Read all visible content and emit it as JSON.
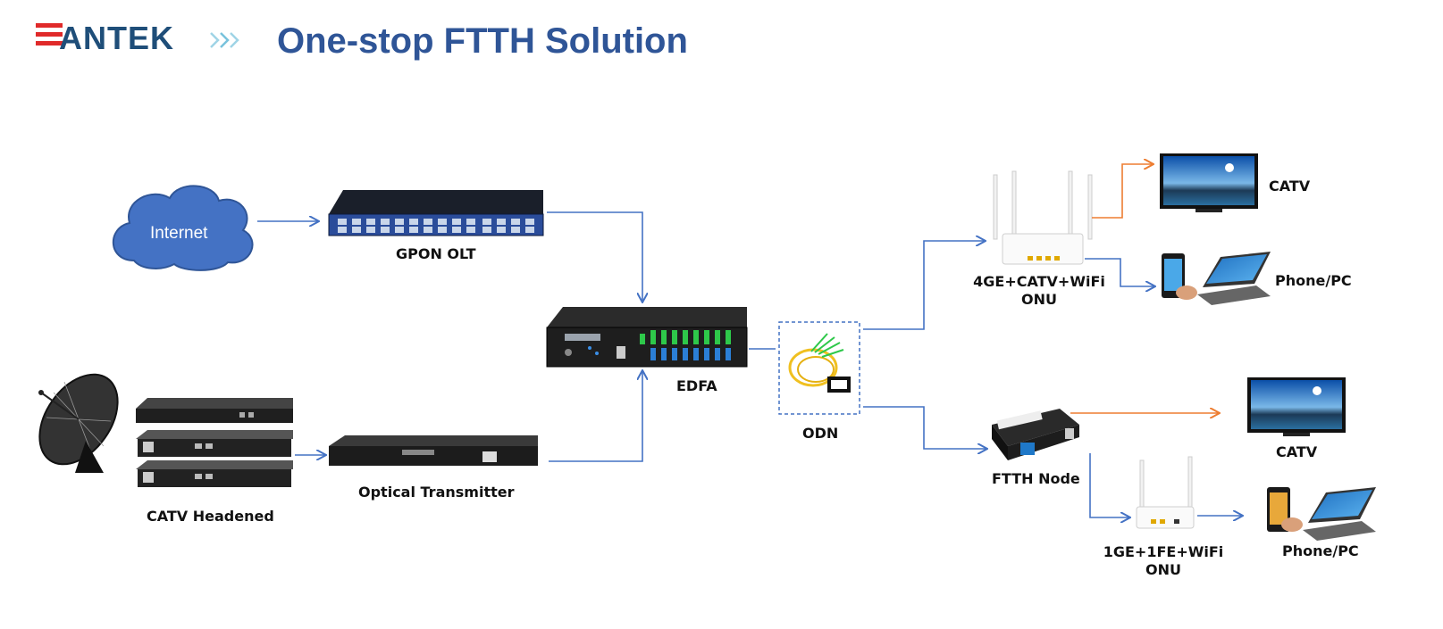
{
  "header": {
    "logo_text": "ANTEK",
    "title": "One-stop FTTH Solution"
  },
  "colors": {
    "title_blue": "#2f5597",
    "arrow_blue": "#4472c4",
    "arrow_orange": "#ed7d31",
    "logo_red": "#e02a2a",
    "cloud_blue": "#4472c4"
  },
  "nodes": {
    "internet": "Internet",
    "gpon_olt": "GPON OLT",
    "edfa": "EDFA",
    "odn": "ODN",
    "catv_headend": "CATV Headened",
    "optical_tx": "Optical Transmitter",
    "onu_4ge_line1": "4GE+CATV+WiFi",
    "onu_4ge_line2": "ONU",
    "ftth_node": "FTTH Node",
    "onu_1ge_line1": "1GE+1FE+WiFi",
    "onu_1ge_line2": "ONU",
    "catv_top": "CATV",
    "phonepc_top": "Phone/PC",
    "catv_bottom": "CATV",
    "phonepc_bottom": "Phone/PC"
  }
}
